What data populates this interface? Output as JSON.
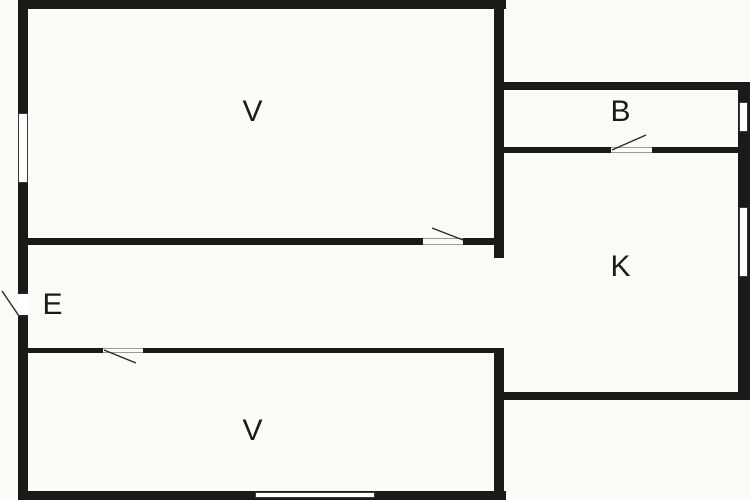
{
  "colors": {
    "wall": "#1c1a18",
    "background": "#fcfbf8",
    "door_swing": "#2a2a2a",
    "label": "#1a1a1a",
    "opening_edge": "#9a9a9a",
    "window_edge": "#3a3a3a"
  },
  "floorplan": {
    "rooms": [
      {
        "id": "v-top",
        "label": "V"
      },
      {
        "id": "b",
        "label": "B"
      },
      {
        "id": "k",
        "label": "K"
      },
      {
        "id": "e",
        "label": "E"
      },
      {
        "id": "v-bottom",
        "label": "V"
      }
    ]
  }
}
